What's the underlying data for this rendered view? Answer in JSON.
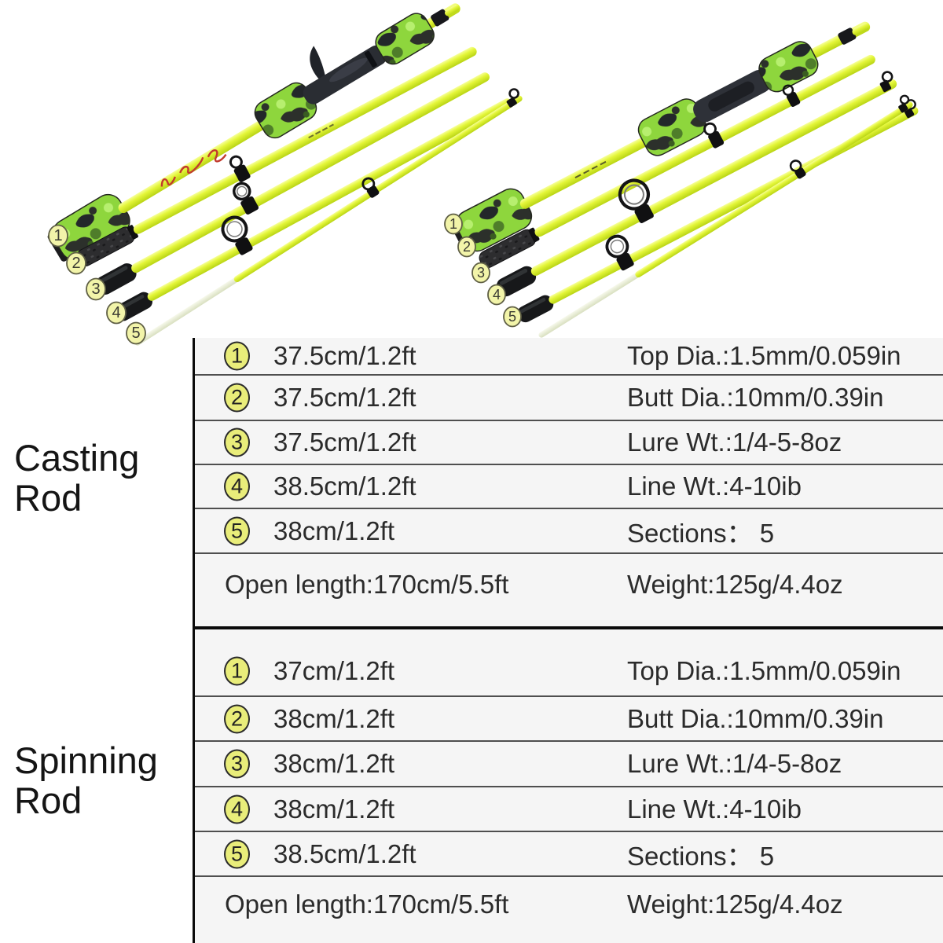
{
  "photo": {
    "marker_labels": [
      "1",
      "2",
      "3",
      "4",
      "5"
    ],
    "colors": {
      "blank_chartreuse": "#dff22e",
      "blank_highlight": "#f7ff9a",
      "tip_white": "#eff3da",
      "camo_green": "#8ed63d",
      "camo_black": "#2c302b",
      "camo_olive": "#4f7d2a",
      "hardware_black": "#23262b",
      "logo_red": "#c23b2e",
      "marker_fill": "#f2f4a9"
    }
  },
  "casting": {
    "title": "Casting Rod",
    "rows": [
      {
        "num": "1",
        "length": "37.5cm/1.2ft",
        "spec": "Top Dia.:1.5mm/0.059in"
      },
      {
        "num": "2",
        "length": "37.5cm/1.2ft",
        "spec": "Butt Dia.:10mm/0.39in"
      },
      {
        "num": "3",
        "length": "37.5cm/1.2ft",
        "spec": "Lure Wt.:1/4-5-8oz"
      },
      {
        "num": "4",
        "length": "38.5cm/1.2ft",
        "spec": "Line Wt.:4-10ib"
      },
      {
        "num": "5",
        "length": "38cm/1.2ft",
        "spec": "Sections： 5"
      },
      {
        "length": "Open length:170cm/5.5ft",
        "spec": "Weight:125g/4.4oz"
      }
    ]
  },
  "spinning": {
    "title": "Spinning Rod",
    "rows": [
      {
        "num": "1",
        "length": "37cm/1.2ft",
        "spec": "Top Dia.:1.5mm/0.059in"
      },
      {
        "num": "2",
        "length": "38cm/1.2ft",
        "spec": "Butt Dia.:10mm/0.39in"
      },
      {
        "num": "3",
        "length": "38cm/1.2ft",
        "spec": "Lure Wt.:1/4-5-8oz"
      },
      {
        "num": "4",
        "length": "38cm/1.2ft",
        "spec": "Line Wt.:4-10ib"
      },
      {
        "num": "5",
        "length": "38.5cm/1.2ft",
        "spec": "Sections： 5"
      },
      {
        "length": "Open length:170cm/5.5ft",
        "spec": "Weight:125g/4.4oz"
      }
    ]
  },
  "table_style": {
    "row_background": "#f5f5f5",
    "separator_color": "#4f4f4f",
    "frame_color": "#0a0a0a",
    "badge_fill": "#e9ed7a",
    "badge_border": "#2b2b2b"
  }
}
